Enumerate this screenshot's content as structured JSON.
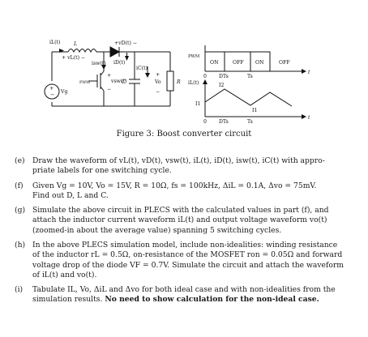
{
  "circuit": {
    "l_label": "L",
    "il_label": "iL(t)",
    "vl_label": "+ vL(t) −",
    "vd_label": "+vD(t) −",
    "id_label": "iD(t)",
    "isw_label": "isw(t)",
    "ic_label": "iC(t)",
    "vsw_label": "vsw(t)",
    "vg_label": "Vg",
    "pwm_label": "PWM",
    "c_label": "C",
    "vo_label": "Vo",
    "r_label": "R",
    "plus": "+",
    "minus": "−"
  },
  "waveform": {
    "pwm_label": "PWM",
    "on1": "ON",
    "off1": "OFF",
    "on2": "ON",
    "off2": "OFF",
    "t_label": "t",
    "zero_top": "0",
    "dts_top": "DTs",
    "ts_top": "Ts",
    "il_label": "iL(t)",
    "i2": "I2",
    "i1": "I1",
    "zero_bot": "0",
    "dts_bot": "DTs",
    "ts_bot": "Ts",
    "t_label2": "t"
  },
  "caption": "Figure 3: Boost converter circuit",
  "questions": [
    {
      "label": "(e)",
      "lines": [
        "Draw the waveform of vL(t), vD(t), vsw(t), iL(t), iD(t), isw(t), iC(t) with appro-",
        "priate labels for one switching cycle."
      ]
    },
    {
      "label": "(f)",
      "lines": [
        "Given Vg = 10V, Vo = 15V, R = 10Ω, fs = 100kHz, ΔiL = 0.1A, Δvo = 75mV.",
        "Find out D, L and C."
      ]
    },
    {
      "label": "(g)",
      "lines": [
        "Simulate the above circuit in PLECS with the calculated values in part (f), and",
        "attach the inductor current waveform iL(t) and output voltage waveform vo(t)",
        "(zoomed-in about the average value) spanning 5 switching cycles."
      ]
    },
    {
      "label": "(h)",
      "lines": [
        "In the above PLECS simulation model, include non-idealities: winding resistance",
        "of the inductor rL = 0.5Ω, on-resistance of the MOSFET ron = 0.05Ω and forward",
        "voltage drop of the diode VF = 0.7V. Simulate the circuit and attach the waveform",
        "of iL(t) and vo(t)."
      ]
    },
    {
      "label": "(i)",
      "lines": [
        "Tabulate IL, Vo, ΔiL and Δvo for both ideal case and with non-idealities from the",
        "simulation results."
      ],
      "bold": "No need to show calculation for the non-ideal case."
    }
  ]
}
